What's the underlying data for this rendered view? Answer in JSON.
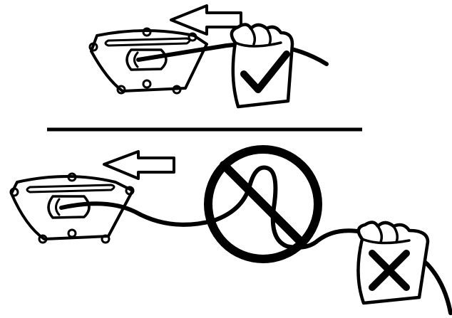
{
  "diagram": {
    "panels": [
      {
        "verdict": "correct",
        "verdict_icon": "check-mark-icon",
        "direction": "pull-left",
        "cord": "straight"
      },
      {
        "verdict": "incorrect",
        "verdict_icon": "x-mark-icon",
        "direction": "pull-left",
        "cord": "looped",
        "prohibition_icon": "prohibition-sign-icon"
      }
    ],
    "colors": {
      "ink": "#000000",
      "paper": "#ffffff"
    }
  }
}
